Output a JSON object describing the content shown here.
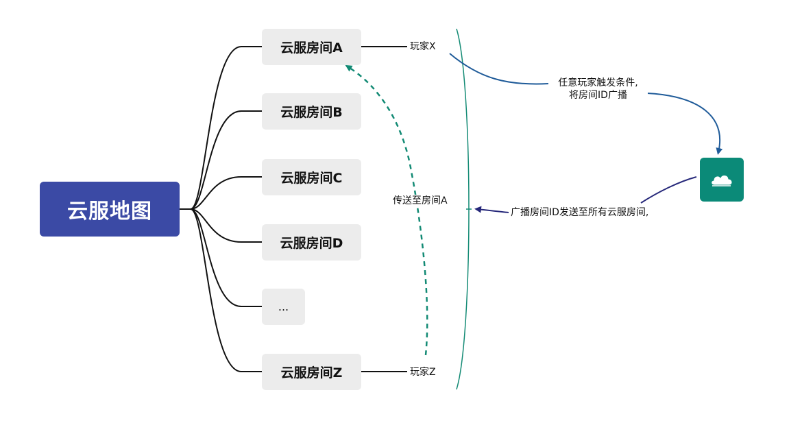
{
  "root": {
    "label": "云服地图"
  },
  "rooms": [
    {
      "label": "云服房间A"
    },
    {
      "label": "云服房间B"
    },
    {
      "label": "云服房间C"
    },
    {
      "label": "云服房间D"
    },
    {
      "label": "..."
    },
    {
      "label": "云服房间Z"
    }
  ],
  "players": {
    "x": "玩家X",
    "z": "玩家Z"
  },
  "edges": {
    "teleport_label": "传送至房间A",
    "trigger_line1": "任意玩家触发条件,",
    "trigger_line2": "将房间ID广播",
    "broadcast_label": "广播房间ID发送至所有云服房间,"
  },
  "colors": {
    "root_fill": "#3b4aa5",
    "room_fill": "#ececec",
    "cloud_fill": "#0b8a78",
    "trigger_arrow": "#1f5b99",
    "broadcast_arrow": "#26287a",
    "teleport_arrow": "#128a74",
    "bracket": "#128a74"
  },
  "icons": {
    "cloud": "cloud-icon"
  }
}
